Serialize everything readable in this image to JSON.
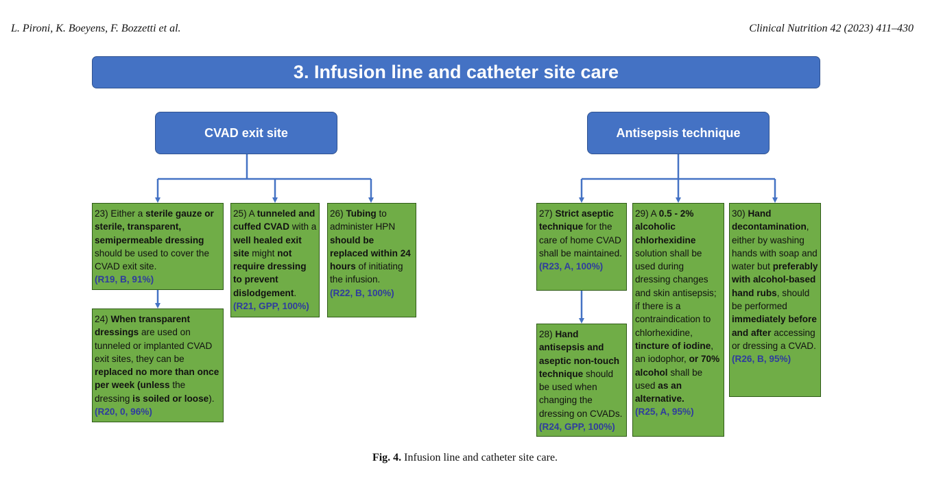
{
  "running_head": {
    "authors": "L. Pironi, K. Boeyens, F. Bozzetti et al.",
    "journal": "Clinical Nutrition 42 (2023) 411–430"
  },
  "banner_title": "3. Infusion line and catheter site care",
  "headers": {
    "cvad": "CVAD exit site",
    "antisepsis": "Antisepsis technique"
  },
  "recommendations": {
    "r23": {
      "segments": [
        {
          "t": "23) Either a "
        },
        {
          "t": "sterile gauze or sterile, transparent, semipermeable dressing",
          "b": true
        },
        {
          "t": " should be used to cover the CVAD exit site."
        }
      ],
      "ref": "(R19, B, 91%)"
    },
    "r24": {
      "segments": [
        {
          "t": "24) "
        },
        {
          "t": "When transparent dressings",
          "b": true
        },
        {
          "t": " are used on tunneled or implanted CVAD exit sites, they can be "
        },
        {
          "t": "replaced no more than once per week (unless",
          "b": true
        },
        {
          "t": " the dressing "
        },
        {
          "t": "is soiled or loose",
          "b": true
        },
        {
          "t": ")."
        }
      ],
      "ref": "(R20, 0, 96%)"
    },
    "r25": {
      "segments": [
        {
          "t": "25) A "
        },
        {
          "t": "tunneled and cuffed CVAD",
          "b": true
        },
        {
          "t": " with a "
        },
        {
          "t": "well healed exit site",
          "b": true
        },
        {
          "t": " might "
        },
        {
          "t": "not require dressing to prevent dislodgement",
          "b": true
        },
        {
          "t": "."
        }
      ],
      "ref": "(R21, GPP, 100%)"
    },
    "r26": {
      "segments": [
        {
          "t": "26) "
        },
        {
          "t": "Tubing",
          "b": true
        },
        {
          "t": " to administer HPN "
        },
        {
          "t": "should be replaced within 24 hours",
          "b": true
        },
        {
          "t": " of initiating the infusion."
        }
      ],
      "ref": "(R22, B, 100%)"
    },
    "r27": {
      "segments": [
        {
          "t": "27) "
        },
        {
          "t": "Strict aseptic technique",
          "b": true
        },
        {
          "t": " for the care of home CVAD shall be maintained."
        }
      ],
      "ref": "(R23, A, 100%)"
    },
    "r28": {
      "segments": [
        {
          "t": "28) "
        },
        {
          "t": "Hand antisepsis and aseptic non-touch technique",
          "b": true
        },
        {
          "t": " should be used when changing the dressing on CVADs."
        }
      ],
      "ref": "(R24, GPP, 100%)"
    },
    "r29": {
      "segments": [
        {
          "t": "29) A "
        },
        {
          "t": "0.5 - 2% alcoholic chlorhexidine",
          "b": true
        },
        {
          "t": " solution shall be used during dressing changes and skin antisepsis; if there is a contraindication to chlorhexidine, "
        },
        {
          "t": "tincture of iodine",
          "b": true
        },
        {
          "t": ", an iodophor, "
        },
        {
          "t": "or 70% alcohol",
          "b": true
        },
        {
          "t": " shall be used "
        },
        {
          "t": "as an alternative.",
          "b": true
        }
      ],
      "ref": "(R25, A, 95%)"
    },
    "r30": {
      "segments": [
        {
          "t": "30) "
        },
        {
          "t": "Hand decontamination",
          "b": true
        },
        {
          "t": ", either by washing hands with soap and water but "
        },
        {
          "t": "preferably with alcohol-based hand rubs",
          "b": true
        },
        {
          "t": ", should be performed "
        },
        {
          "t": "immediately before and after",
          "b": true
        },
        {
          "t": " accessing or dressing a CVAD."
        }
      ],
      "ref": "(R26, B, 95%)"
    }
  },
  "caption": {
    "label": "Fig. 4.",
    "text": " Infusion line and catheter site care."
  },
  "colors": {
    "header_blue": "#4472c4",
    "box_green": "#70ad47",
    "connector": "#4472c4",
    "ref_text": "#2f3c9e"
  }
}
